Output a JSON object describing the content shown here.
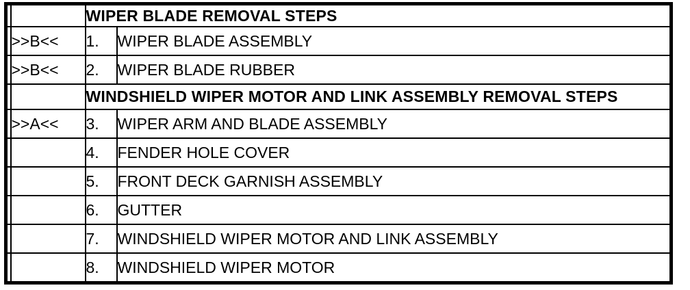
{
  "page": {
    "background": "#ffffff",
    "border_color": "#000000",
    "text_color": "#000000"
  },
  "doc_table": {
    "sections": [
      {
        "header": "WIPER BLADE REMOVAL STEPS",
        "steps": [
          {
            "marker": ">>B<<",
            "num": "1.",
            "label": "WIPER BLADE ASSEMBLY"
          },
          {
            "marker": ">>B<<",
            "num": "2.",
            "label": "WIPER BLADE RUBBER"
          }
        ]
      },
      {
        "header": "WINDSHIELD WIPER MOTOR AND LINK ASSEMBLY REMOVAL STEPS",
        "steps": [
          {
            "marker": ">>A<<",
            "num": "3.",
            "label": "WIPER ARM AND BLADE ASSEMBLY"
          },
          {
            "marker": "",
            "num": "4.",
            "label": "FENDER HOLE COVER"
          },
          {
            "marker": "",
            "num": "5.",
            "label": "FRONT DECK GARNISH ASSEMBLY"
          },
          {
            "marker": "",
            "num": "6.",
            "label": "GUTTER"
          },
          {
            "marker": "",
            "num": "7.",
            "label": "WINDSHIELD WIPER MOTOR AND LINK ASSEMBLY"
          },
          {
            "marker": "",
            "num": "8.",
            "label": "WINDSHIELD WIPER MOTOR"
          }
        ]
      }
    ]
  }
}
